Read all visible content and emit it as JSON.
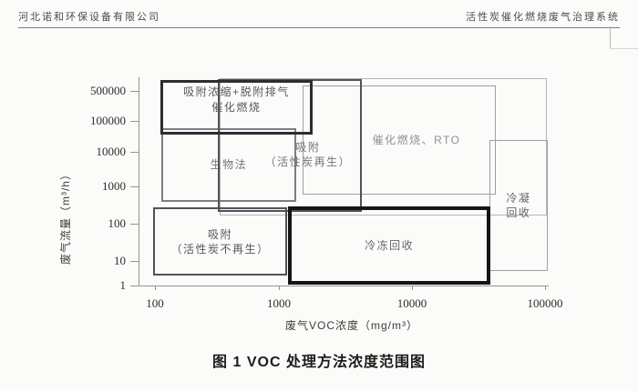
{
  "header": {
    "left": "河北诺和环保设备有限公司",
    "right": "活性炭催化燃烧废气治理系统"
  },
  "caption": "图 1 VOC 处理方法浓度范围图",
  "chart_data": {
    "type": "region-boxes",
    "scale": "log-log",
    "title": "图 1 VOC 处理方法浓度范围图",
    "x_axis": {
      "title": "废气VOC浓度（mg/m³）",
      "unit": "mg/m³",
      "ticks": [
        100,
        1000,
        10000,
        100000
      ],
      "range": [
        100,
        110000
      ]
    },
    "y_axis": {
      "title": "废气流量（m³/h）",
      "unit": "m³/h",
      "ticks": [
        1,
        10,
        100,
        1000,
        10000,
        100000,
        500000
      ],
      "range": [
        1,
        1000000
      ]
    },
    "regions": [
      {
        "id": "outer-range",
        "label": "",
        "x_range": [
          330,
          103000
        ],
        "y_range": [
          170,
          1000000
        ],
        "border": "lighter"
      },
      {
        "id": "catalytic-combustion-rto",
        "label": "催化燃烧、RTO",
        "x_range": [
          1500,
          43000
        ],
        "y_range": [
          600,
          670000
        ],
        "border": "light",
        "label_color": "label_light",
        "label_pos": {
          "x": 0.59,
          "y": 0.5
        }
      },
      {
        "id": "biological-method",
        "label": "生物法",
        "x_range": [
          112,
          1350
        ],
        "y_range": [
          390,
          58000
        ],
        "border": "medium",
        "label_color": "label_default"
      },
      {
        "id": "adsorption-carbon-regenerated",
        "label": "吸附\n（活性炭再生）",
        "x_range": [
          320,
          4200
        ],
        "y_range": [
          210,
          950000
        ],
        "border": "dark",
        "label_color": "label_default",
        "label_pos": {
          "x": 0.63,
          "y": 0.57
        }
      },
      {
        "id": "condensation-recovery",
        "label": "冷凝\n回收",
        "x_range": [
          38000,
          105000
        ],
        "y_range": [
          4,
          24000
        ],
        "border": "light",
        "label_color": "label_mid"
      },
      {
        "id": "adsorption-carbon-not-regenerated",
        "label": "吸附\n（活性炭不再生）",
        "x_range": [
          97,
          1150
        ],
        "y_range": [
          2.5,
          275
        ],
        "border": "dark",
        "label_color": "label_dark"
      },
      {
        "id": "adsorption-concentration-desorption-catalytic-combustion",
        "label": "吸附浓缩+脱附排气\n催化燃烧",
        "x_range": [
          110,
          1800
        ],
        "y_range": [
          36000,
          900000
        ],
        "border": "bold",
        "label_color": "label_dark",
        "label_pos": {
          "x": 0.5,
          "y": 0.34
        }
      },
      {
        "id": "freezing-recovery",
        "label": "冷冻回收",
        "x_range": [
          1170,
          39000
        ],
        "y_range": [
          1.1,
          290
        ],
        "border": "heavy",
        "label_color": "label_mid"
      }
    ]
  },
  "colors": {
    "paper": "#fbfbf9",
    "header_text": "#4b4b4b",
    "header_rule": "#7e7e7e",
    "frame_line": "#b8b8b3",
    "axis": "#95958e",
    "tick_text": "#2d2d2b",
    "axis_title": "#3c3c3a",
    "caption_text": "#1b1b1a",
    "stroke_bold": "#2d2d2f",
    "stroke_heavy": "#151515",
    "stroke_dark": "#4f5358",
    "stroke_medium": "#7a7f86",
    "stroke_light": "#9aa0a7",
    "stroke_lighter": "#b1b6bb",
    "label_default": "#70757d",
    "label_dark": "#545960",
    "label_mid": "#60656d",
    "label_light": "#8b9299"
  }
}
